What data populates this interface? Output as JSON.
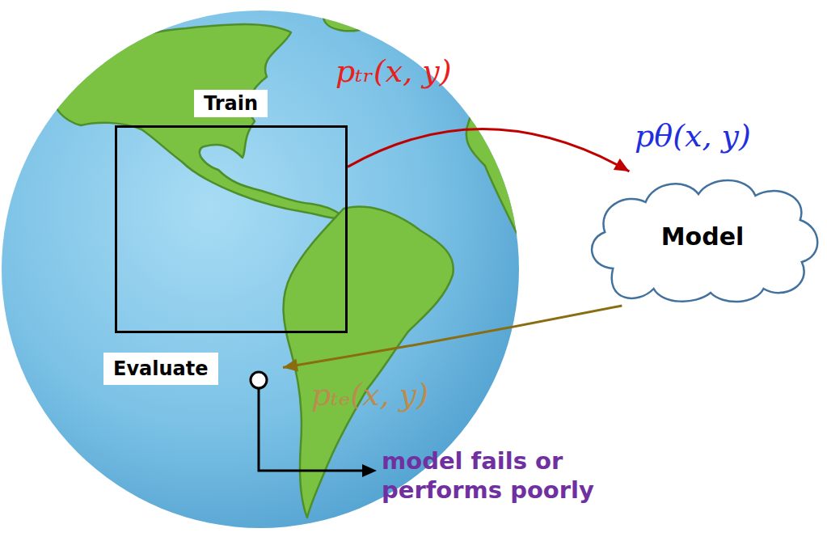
{
  "diagram": {
    "nodes": [
      {
        "text": [
          "Train"
        ]
      },
      {
        "text": [
          "Model"
        ]
      },
      {
        "text": [
          "Evaluate"
        ]
      }
    ],
    "edges": [
      {
        "from": 0,
        "to": 1,
        "arrow": "to",
        "label": "pₜᵣ(x, y)"
      },
      {
        "from": 1,
        "to": 2,
        "arrow": "to",
        "label": "pₜₑ(x, y)"
      }
    ],
    "labels": [
      "pθ(x, y)",
      "model fails or performs poorly"
    ]
  }
}
